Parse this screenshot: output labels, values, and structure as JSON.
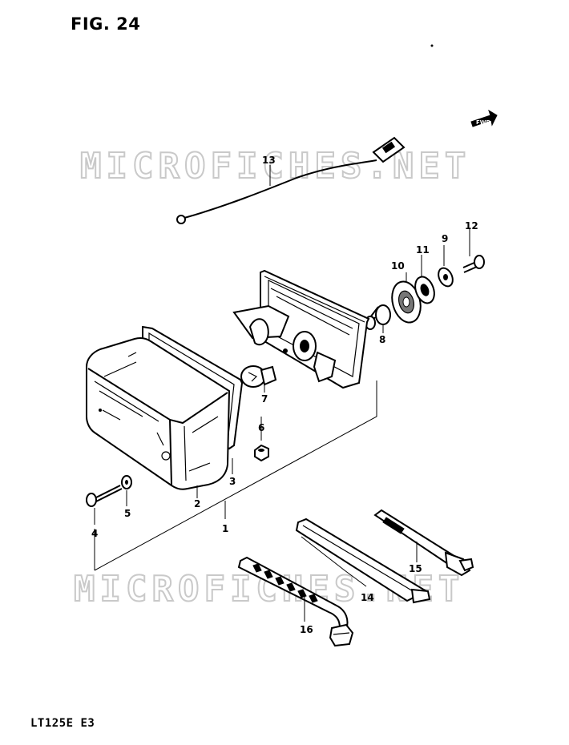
{
  "figure": {
    "title": "FIG. 24",
    "model_code": "LT125E E3"
  },
  "watermark": "MICROFICHES.NET",
  "fwd_label": "FWD",
  "callouts": [
    {
      "id": "c1",
      "label": "1"
    },
    {
      "id": "c2",
      "label": "2"
    },
    {
      "id": "c3",
      "label": "3"
    },
    {
      "id": "c4",
      "label": "4"
    },
    {
      "id": "c5",
      "label": "5"
    },
    {
      "id": "c6",
      "label": "6"
    },
    {
      "id": "c7",
      "label": "7"
    },
    {
      "id": "c8",
      "label": "8"
    },
    {
      "id": "c9",
      "label": "9"
    },
    {
      "id": "c10",
      "label": "10"
    },
    {
      "id": "c11",
      "label": "11"
    },
    {
      "id": "c12",
      "label": "12"
    },
    {
      "id": "c13",
      "label": "13"
    },
    {
      "id": "c14",
      "label": "14"
    },
    {
      "id": "c15",
      "label": "15"
    },
    {
      "id": "c16",
      "label": "16"
    }
  ]
}
